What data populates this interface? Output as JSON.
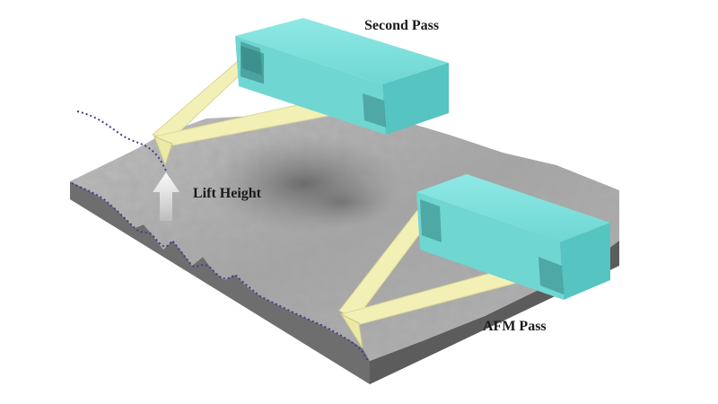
{
  "labels": {
    "second_pass": "Second Pass",
    "lift_height": "Lift Height",
    "afm_pass": "AFM Pass"
  },
  "colors": {
    "sample_top": "#a9a9a9",
    "sample_side": "#6f6f6f",
    "cantilever_box": "#7fe0dc",
    "cantilever_box_dark": "#4fb9b6",
    "cantilever_arm": "#f2f0b4",
    "trace_path": "#4a3a8a",
    "lift_arrow": "#ffffff"
  },
  "icons": {
    "lift_arrow": "arrow-up-icon"
  }
}
